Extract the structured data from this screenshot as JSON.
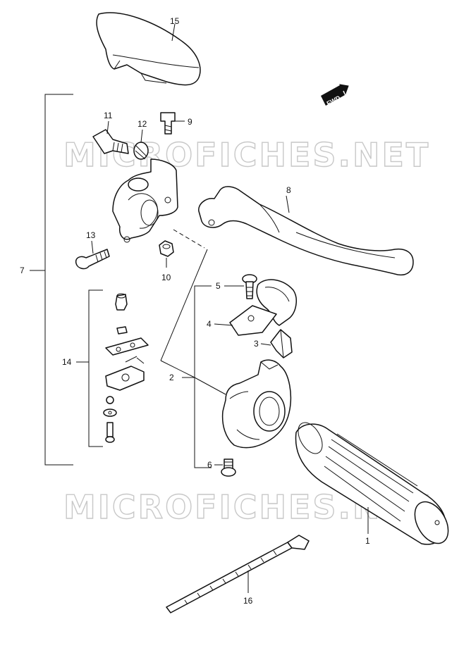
{
  "watermark": "MICROFICHES.NET",
  "fwd_label": "FWD",
  "callouts": {
    "c1": "1",
    "c2": "2",
    "c3": "3",
    "c4": "4",
    "c5": "5",
    "c6": "6",
    "c7": "7",
    "c8": "8",
    "c9": "9",
    "c10": "10",
    "c11": "11",
    "c12": "12",
    "c13": "13",
    "c14": "14",
    "c15": "15",
    "c16": "16"
  }
}
